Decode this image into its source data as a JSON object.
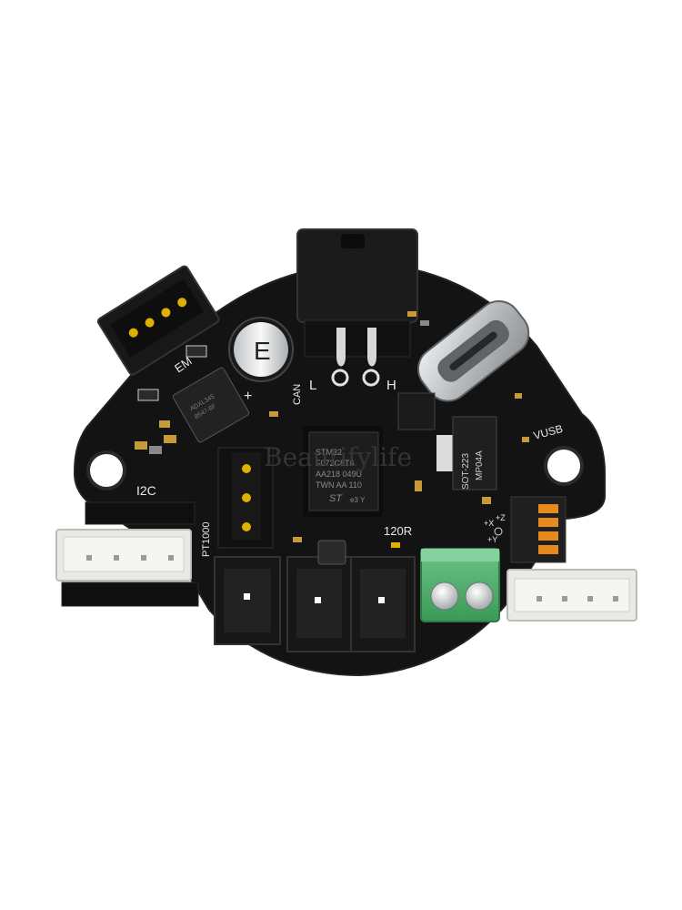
{
  "labels": {
    "em": "EM",
    "can": "CAN",
    "l": "L",
    "h": "H",
    "vusb": "VUSB",
    "i2c": "I2C",
    "pt1000": "PT1000",
    "r120": "120R",
    "plus": "+",
    "cap": "E",
    "regulator_line1": "SOT-223",
    "regulator_line2": "MP04A",
    "mcu_line1": "STM32",
    "mcu_line2": "F072C8T6",
    "mcu_line3": "AA218 049U",
    "mcu_line4": "TWN AA 110",
    "mcu_logo": "ST",
    "mcu_e3": "e3 Y",
    "adxl_line1": "ADXL345",
    "adxl_line2": "8547-8F",
    "axis_x": "+X",
    "axis_y": "+Y",
    "axis_z": "+Z"
  },
  "watermark": "Beautifylife",
  "colors": {
    "pcb": "#121212",
    "pcb_edge": "#1e1e1e",
    "terminal_green": "#4caf6a",
    "header_white": "#e9e9e6",
    "gold": "#e0b000",
    "dip_orange": "#e58a1f",
    "usb_metal": "#c9cbcd"
  }
}
